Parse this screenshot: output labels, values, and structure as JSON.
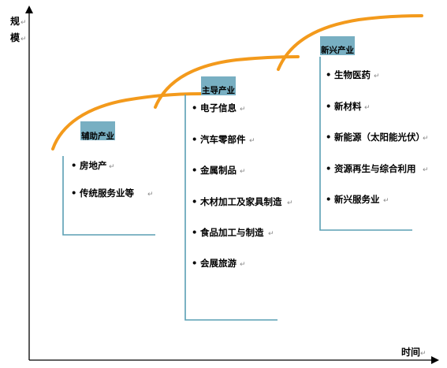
{
  "axes": {
    "y_label_top": "规",
    "y_label_bottom": "模",
    "x_label": "时间",
    "para_mark": "↵"
  },
  "colors": {
    "axis": "#000000",
    "curve": "#f39a1c",
    "tag_fill": "#78afc2",
    "bracket": "#5a9fb4"
  },
  "groups": [
    {
      "tag": "辅助产业",
      "items": [
        "房地产",
        "传统服务业等"
      ]
    },
    {
      "tag": "主导产业",
      "items": [
        "电子信息",
        "汽车零部件",
        "金属制品",
        "木材加工及家具制造",
        "食品加工与制造",
        "会展旅游"
      ]
    },
    {
      "tag": "新兴产业",
      "items": [
        "生物医药",
        "新材料",
        "新能源（太阳能光伏）",
        "资源再生与综合利用",
        "新兴服务业"
      ]
    }
  ]
}
